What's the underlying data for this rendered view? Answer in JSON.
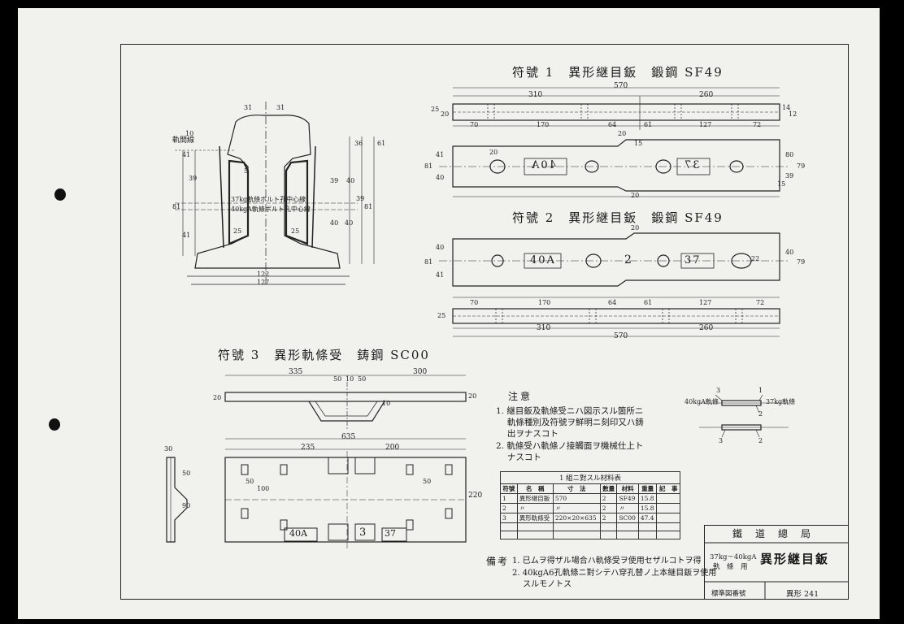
{
  "titles": {
    "part1": "符號 1　異形継目鈑　鍛鋼 SF49",
    "part2": "符號 2　異形継目鈑　鍛鋼 SF49",
    "part3": "符號 3　異形軌條受　鋳鋼 SC00"
  },
  "section": {
    "rail_label": "軌間線",
    "dims": [
      "31",
      "31",
      "10",
      "5",
      "41",
      "39",
      "81",
      "41",
      "81",
      "40",
      "39",
      "36",
      "61",
      "40",
      "39",
      "40",
      "122",
      "127",
      "25",
      "25"
    ],
    "labels": [
      "37kg軌條ボルト孔中心線",
      "40kgA軌條ボルト孔中心線"
    ]
  },
  "plate1": {
    "top_dims": [
      "570",
      "310",
      "260"
    ],
    "mid_dims": [
      "70",
      "170",
      "64",
      "61",
      "127",
      "72"
    ],
    "side_dims": [
      "25",
      "20",
      "14",
      "12",
      "81",
      "41",
      "40",
      "20",
      "80",
      "79",
      "39",
      "15"
    ],
    "hole_dims": [
      "20",
      "20",
      "15"
    ],
    "marks": [
      "40A",
      "37"
    ]
  },
  "plate2": {
    "marks": [
      "40A",
      "2",
      "37"
    ],
    "bottom_dims": [
      "70",
      "170",
      "64",
      "61",
      "127",
      "72",
      "310",
      "260",
      "570"
    ],
    "side_dims": [
      "81",
      "40",
      "41",
      "20",
      "79",
      "40",
      "22",
      "25"
    ]
  },
  "part3": {
    "top_dims": [
      "335",
      "300",
      "50",
      "10",
      "50",
      "635",
      "235",
      "200"
    ],
    "marks": [
      "40A",
      "3",
      "37"
    ],
    "dims": [
      "20",
      "30",
      "50",
      "100",
      "50",
      "50",
      "220",
      "90",
      "10",
      "20"
    ]
  },
  "notes": {
    "heading": "注意",
    "items": [
      "1. 継目鈑及軌條受ニハ図示スル箇所ニ",
      "　 軌條種別及符號ヲ鮮明ニ刻印又ハ鋳",
      "　 出ヲナスコト",
      "2. 軌條受ハ軌條ノ接觸面ヲ機械仕上ト",
      "　 ナスコト"
    ]
  },
  "assembly": {
    "left_label": "40kgA軌條",
    "right_label": "37kg軌條",
    "nums": [
      "3",
      "1",
      "2",
      "3",
      "2"
    ]
  },
  "parts_table": {
    "caption": "1 組ニ對スル材料表",
    "headers": [
      "符號",
      "名　稱",
      "寸　法",
      "數量",
      "材料",
      "重量",
      "記　事"
    ],
    "rows": [
      [
        "1",
        "異形継目鈑",
        "570",
        "2",
        "SF49",
        "15.8",
        ""
      ],
      [
        "2",
        "〃",
        "〃",
        "2",
        "〃",
        "15.8",
        ""
      ],
      [
        "3",
        "異形軌條受",
        "220×20×635",
        "2",
        "SC00",
        "47.4",
        ""
      ],
      [
        "",
        "",
        "",
        "",
        "",
        "",
        ""
      ],
      [
        "",
        "",
        "",
        "",
        "",
        "",
        ""
      ]
    ]
  },
  "remarks": {
    "label": "備考",
    "items": [
      "1. 已ムヲ得ザル場合ハ軌條受ヲ使用セザルコトヲ得",
      "2. 40kgA6孔軌條ニ對シテハ穿孔替ノ上本継目鈑ヲ使用",
      "　 スルモノトス"
    ]
  },
  "title_block": {
    "org": "鐵　道　總　局",
    "subtitle_top": "37kg－40kgA",
    "subtitle_bottom": "軌　條　用",
    "main": "異形継目鈑",
    "std_label": "標準図番號",
    "std_no": "異形 241"
  }
}
